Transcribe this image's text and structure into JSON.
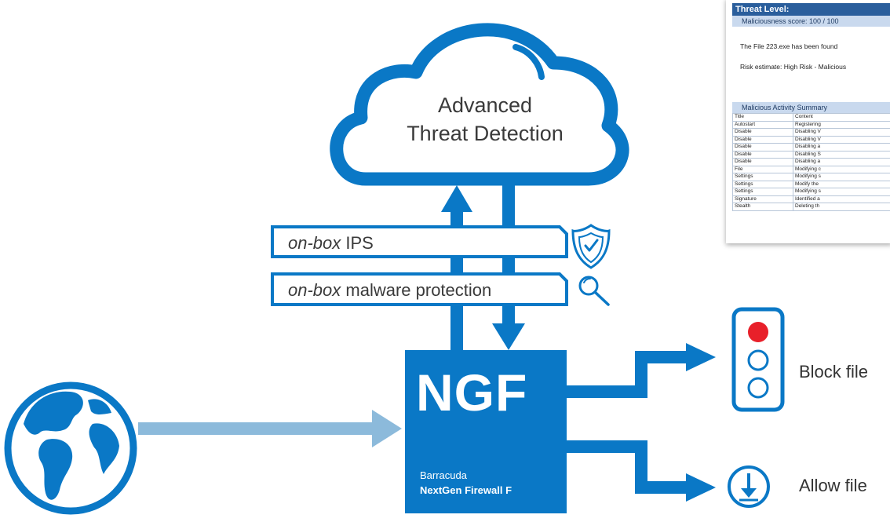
{
  "colors": {
    "primary_blue": "#0a78c6",
    "inbound_arrow": "#8cbadb",
    "signal_red": "#e8202a",
    "text": "#3a3a3a"
  },
  "cloud": {
    "label_line1": "Advanced",
    "label_line2": "Threat Detection",
    "icon": "cloud-icon"
  },
  "layers": [
    {
      "italic": "on-box",
      "text": " IPS",
      "icon": "shield-icon"
    },
    {
      "italic": "on-box",
      "text": " malware protection",
      "icon": "magnifier-icon"
    }
  ],
  "ngf": {
    "title": "NGF",
    "vendor": "Barracuda",
    "product": "NextGen Firewall F"
  },
  "source": {
    "icon": "globe-icon"
  },
  "outputs": [
    {
      "label": "Block file",
      "icon": "traffic-light-icon"
    },
    {
      "label": "Allow file",
      "icon": "download-icon"
    }
  ],
  "report": {
    "title": "Threat Level:",
    "score": "Maliciousness score: 100 / 100",
    "line1": "The File 223.exe has been found",
    "line2": "Risk estimate: High Risk - Malicious",
    "summary": "Malicious Activity Summary",
    "headers": [
      "Title",
      "Content"
    ],
    "rows": [
      [
        "Autostart",
        "Registering"
      ],
      [
        "Disable",
        "Disabling V"
      ],
      [
        "Disable",
        "Disabling V"
      ],
      [
        "Disable",
        "Disabling a"
      ],
      [
        "Disable",
        "Disabling S"
      ],
      [
        "Disable",
        "Disabling a"
      ],
      [
        "File",
        "Modifying c"
      ],
      [
        "Settings",
        "Modifying s"
      ],
      [
        "Settings",
        "Modify the"
      ],
      [
        "Settings",
        "Modifying s"
      ],
      [
        "Signature",
        "Identified a"
      ],
      [
        "Stealth",
        "Deleting th"
      ]
    ]
  }
}
